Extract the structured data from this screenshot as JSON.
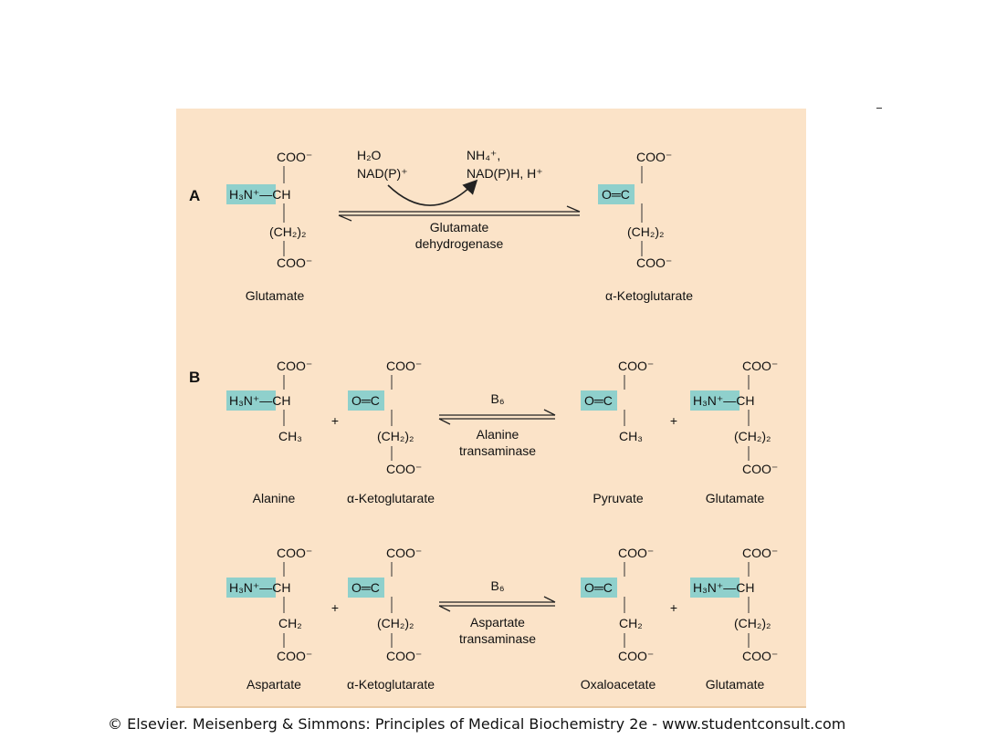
{
  "figure": {
    "panel_a": {
      "label": "A",
      "substrate_name": "Glutamate",
      "product_name": "α-Ketoglutarate",
      "reactants_above": [
        "H₂O",
        "NAD(P)⁺"
      ],
      "products_above": [
        "NH₄⁺,",
        "NAD(P)H, H⁺"
      ],
      "enzyme": [
        "Glutamate",
        "dehydrogenase"
      ]
    },
    "panel_b": {
      "label": "B",
      "reaction1": {
        "names": [
          "Alanine",
          "α-Ketoglutarate",
          "Pyruvate",
          "Glutamate"
        ],
        "cofactor": "B₆",
        "enzyme": [
          "Alanine",
          "transaminase"
        ]
      },
      "reaction2": {
        "names": [
          "Aspartate",
          "α-Ketoglutarate",
          "Oxaloacetate",
          "Glutamate"
        ],
        "cofactor": "B₆",
        "enzyme": [
          "Aspartate",
          "transaminase"
        ]
      }
    },
    "chem": {
      "coo": "COO⁻",
      "amine": "H₃N⁺—CH",
      "keto": "O═C",
      "ch2_2": "(CH₂)₂",
      "ch2": "CH₂",
      "ch3": "CH₃",
      "plus": "+"
    },
    "colors": {
      "background": "#fbe3c8",
      "highlight": "#8fd0cc"
    }
  },
  "footer": {
    "credit": "© Elsevier. Meisenberg & Simmons: Principles of Medical Biochemistry 2e - www.studentconsult.com"
  }
}
